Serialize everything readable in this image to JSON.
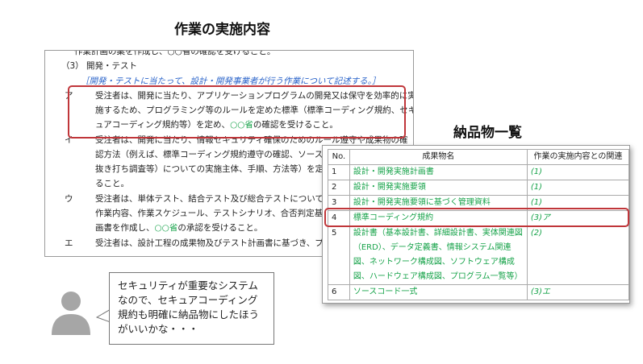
{
  "titles": {
    "work_content": "作業の実施内容",
    "deliverables": "納品物一覧"
  },
  "document": {
    "line_top": "作業計画の案を作成し、○○省の確認を受けること。",
    "section_heading": "（3） 開発・テスト",
    "note": "［開発・テストに当たって、設計・開発事業者が行う作業について記述する。］",
    "items": [
      {
        "marker": "ア",
        "lines": [
          "受注者は、開発に当たり、アプリケーションプログラムの開発又は保守を効率的に実",
          "施するため、プログラミング等のルールを定めた標準（標準コーディング規約、セキ",
          "ュアコーディング規約等）を定め、",
          "○○省",
          "の確認を受けること。"
        ]
      },
      {
        "marker": "イ",
        "lines": [
          "受注者は、開発に当たり、情報セキュリティ確保のためのルール遵守や成果物の確",
          "認方法（例えば、標準コーディング規約遵守の確認、ソースコー",
          "抜き打ち調査等）についての実施主体、手順、方法等）を定め、",
          "○○",
          "ること。"
        ]
      },
      {
        "marker": "ウ",
        "lines": [
          "受注者は、単体テスト、結合テスト及び総合テストについて、テ",
          "作業内容、作業スケジュール、テストシナリオ、合否判定基準等",
          "画書を作成し、",
          "○○省",
          "の承認を受けること。"
        ]
      },
      {
        "marker": "エ",
        "lines": [
          "受注者は、設計工程の成果物及びテスト計画書に基づき、プ"
        ]
      }
    ]
  },
  "deliverables_table": {
    "headers": [
      "No.",
      "成果物名",
      "作業の実施内容との関連"
    ],
    "rows": [
      {
        "no": "1",
        "name": "設計・開発実施計画書",
        "rel": "(1)"
      },
      {
        "no": "2",
        "name": "設計・開発実施要領",
        "rel": "(1)"
      },
      {
        "no": "3",
        "name": "設計・開発実施要領に基づく管理資料",
        "rel": "(1)"
      },
      {
        "no": "4",
        "name": "標準コーディング規約",
        "rel": "(3)ア"
      },
      {
        "no": "5",
        "name": "設計書（基本設計書、詳細設計書、実体関連図（ERD）、データ定義書、情報システム関連図、ネットワーク構成図、ソフトウェア構成図、ハードウェア構成図、プログラム一覧等）",
        "rel": "(2)"
      },
      {
        "no": "6",
        "name": "ソースコード一式",
        "rel": "(3)エ"
      }
    ]
  },
  "speech_bubble": {
    "text": "セキュリティが重要なシステムなので、セキュアコーディング規約も明確に納品物にしたほうがいいかな・・・"
  },
  "colors": {
    "highlight": "#c0363a",
    "green_text": "#17a34a",
    "note_blue": "#2a63c9"
  },
  "icons": {
    "avatar": "person-icon"
  }
}
